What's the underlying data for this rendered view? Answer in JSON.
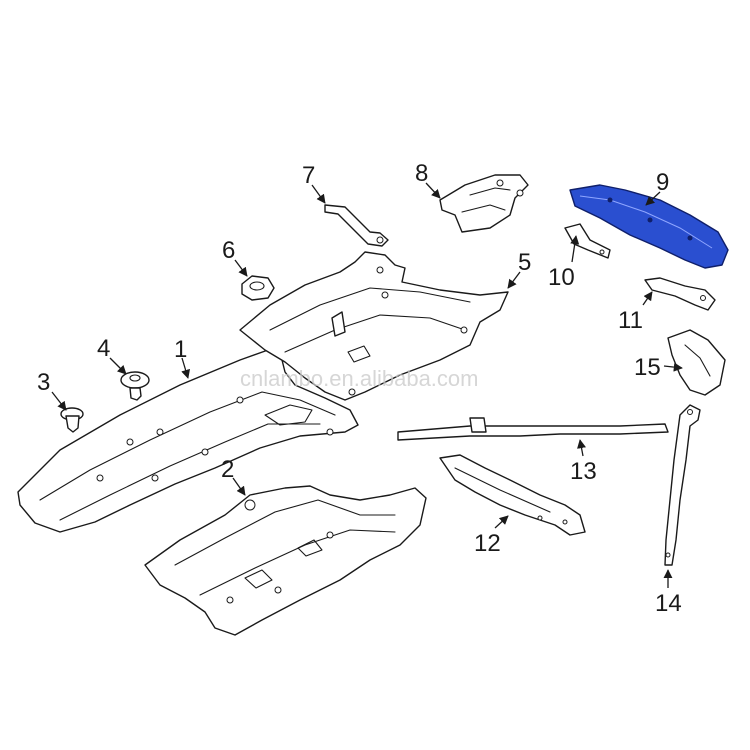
{
  "diagram": {
    "watermark": "cnlambo.en.alibaba.com",
    "highlight_color": "#2a4fd0",
    "line_color": "#1a1a1a",
    "callouts": [
      "1",
      "2",
      "3",
      "4",
      "5",
      "6",
      "7",
      "8",
      "9",
      "10",
      "11",
      "12",
      "13",
      "14",
      "15"
    ],
    "highlighted_part": "9"
  }
}
